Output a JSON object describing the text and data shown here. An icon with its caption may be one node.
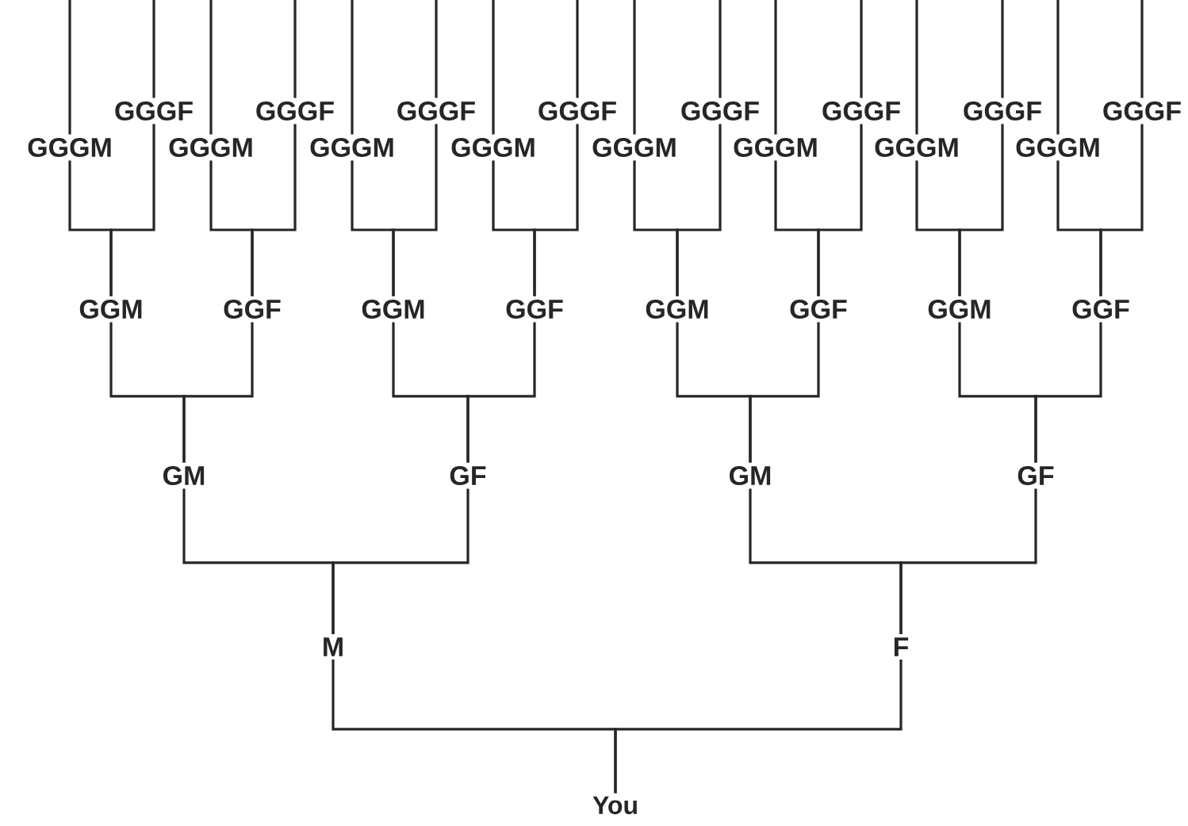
{
  "diagram": {
    "nodes": [
      {
        "text": [
          "GGGF"
        ]
      },
      {
        "text": [
          "GGGF"
        ]
      },
      {
        "text": [
          "GGGF"
        ]
      },
      {
        "text": [
          "GGGF"
        ]
      },
      {
        "text": [
          "GGGF"
        ]
      },
      {
        "text": [
          "GGGF"
        ]
      },
      {
        "text": [
          "GGGF"
        ]
      },
      {
        "text": [
          "GGGF"
        ]
      },
      {
        "text": [
          "GGGM"
        ]
      },
      {
        "text": [
          "GGGM"
        ]
      },
      {
        "text": [
          "GGGM"
        ]
      },
      {
        "text": [
          "GGGM"
        ]
      },
      {
        "text": [
          "GGGM"
        ]
      },
      {
        "text": [
          "GGGM"
        ]
      },
      {
        "text": [
          "GGGM"
        ]
      },
      {
        "text": [
          "GGGM"
        ]
      },
      {
        "text": [
          "GGM"
        ]
      },
      {
        "text": [
          "GGF"
        ]
      },
      {
        "text": [
          "GGM"
        ]
      },
      {
        "text": [
          "GGF"
        ]
      },
      {
        "text": [
          "GGM"
        ]
      },
      {
        "text": [
          "GGF"
        ]
      },
      {
        "text": [
          "GGM"
        ]
      },
      {
        "text": [
          "GGF"
        ]
      },
      {
        "text": [
          "GM"
        ]
      },
      {
        "text": [
          "GF"
        ]
      },
      {
        "text": [
          "GM"
        ]
      },
      {
        "text": [
          "GF"
        ]
      },
      {
        "text": [
          "M"
        ]
      },
      {
        "text": [
          "F"
        ]
      },
      {
        "text": [
          "You"
        ]
      }
    ],
    "edges": [
      {
        "from": null,
        "to": 8,
        "arrow": "none"
      },
      {
        "from": null,
        "to": 0,
        "arrow": "none"
      },
      {
        "from": null,
        "to": 9,
        "arrow": "none"
      },
      {
        "from": null,
        "to": 1,
        "arrow": "none"
      },
      {
        "from": null,
        "to": 10,
        "arrow": "none"
      },
      {
        "from": null,
        "to": 2,
        "arrow": "none"
      },
      {
        "from": null,
        "to": 11,
        "arrow": "none"
      },
      {
        "from": null,
        "to": 3,
        "arrow": "none"
      },
      {
        "from": null,
        "to": 12,
        "arrow": "none"
      },
      {
        "from": null,
        "to": 4,
        "arrow": "none"
      },
      {
        "from": null,
        "to": 13,
        "arrow": "none"
      },
      {
        "from": null,
        "to": 5,
        "arrow": "none"
      },
      {
        "from": null,
        "to": 14,
        "arrow": "none"
      },
      {
        "from": null,
        "to": 6,
        "arrow": "none"
      },
      {
        "from": null,
        "to": 15,
        "arrow": "none"
      },
      {
        "from": null,
        "to": 7,
        "arrow": "none"
      },
      {
        "from": 8,
        "to": 16,
        "arrow": "none"
      },
      {
        "from": 0,
        "to": 16,
        "arrow": "none"
      },
      {
        "from": 9,
        "to": 17,
        "arrow": "none"
      },
      {
        "from": 1,
        "to": 17,
        "arrow": "none"
      },
      {
        "from": 10,
        "to": 18,
        "arrow": "none"
      },
      {
        "from": 2,
        "to": 18,
        "arrow": "none"
      },
      {
        "from": 11,
        "to": 19,
        "arrow": "none"
      },
      {
        "from": 3,
        "to": 19,
        "arrow": "none"
      },
      {
        "from": 12,
        "to": 20,
        "arrow": "none"
      },
      {
        "from": 4,
        "to": 20,
        "arrow": "none"
      },
      {
        "from": 13,
        "to": 21,
        "arrow": "none"
      },
      {
        "from": 5,
        "to": 21,
        "arrow": "none"
      },
      {
        "from": 14,
        "to": 22,
        "arrow": "none"
      },
      {
        "from": 6,
        "to": 22,
        "arrow": "none"
      },
      {
        "from": 15,
        "to": 23,
        "arrow": "none"
      },
      {
        "from": 7,
        "to": 23,
        "arrow": "none"
      },
      {
        "from": 16,
        "to": 24,
        "arrow": "none"
      },
      {
        "from": 17,
        "to": 24,
        "arrow": "none"
      },
      {
        "from": 18,
        "to": 25,
        "arrow": "none"
      },
      {
        "from": 19,
        "to": 25,
        "arrow": "none"
      },
      {
        "from": 20,
        "to": 26,
        "arrow": "none"
      },
      {
        "from": 21,
        "to": 26,
        "arrow": "none"
      },
      {
        "from": 22,
        "to": 27,
        "arrow": "none"
      },
      {
        "from": 23,
        "to": 27,
        "arrow": "none"
      },
      {
        "from": 24,
        "to": 28,
        "arrow": "none"
      },
      {
        "from": 25,
        "to": 28,
        "arrow": "none"
      },
      {
        "from": 26,
        "to": 29,
        "arrow": "none"
      },
      {
        "from": 27,
        "to": 29,
        "arrow": "none"
      },
      {
        "from": 28,
        "to": 30,
        "arrow": "none"
      },
      {
        "from": 29,
        "to": 30,
        "arrow": "none"
      }
    ]
  }
}
